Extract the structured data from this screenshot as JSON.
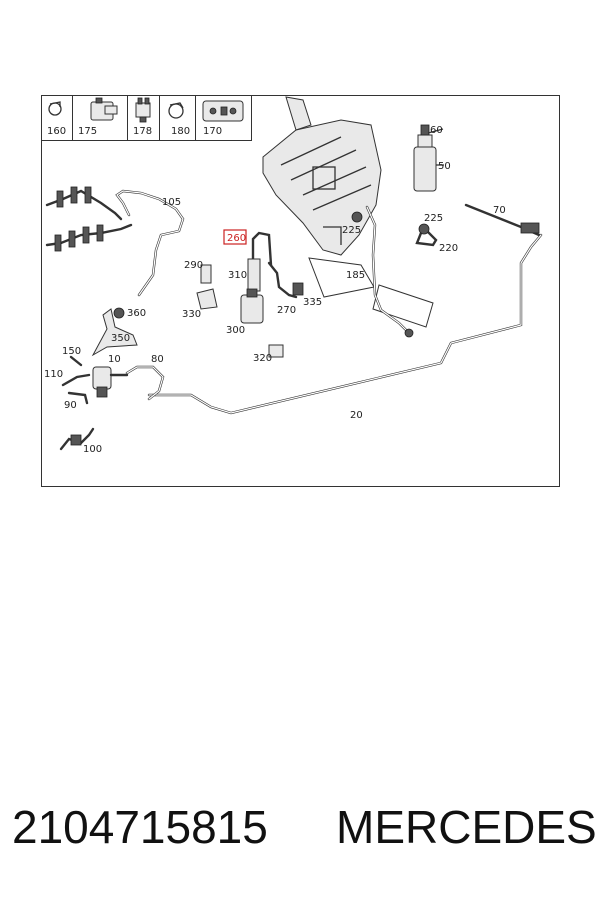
{
  "header_boxes": [
    {
      "label": "160",
      "icon": "clamp-icon"
    },
    {
      "label": "175",
      "icon": "connector-icon"
    },
    {
      "label": "178",
      "icon": "connector-icon"
    },
    {
      "label": "180",
      "icon": "clamp-icon"
    },
    {
      "label": "170",
      "icon": "bracket-icon"
    }
  ],
  "callouts": {
    "c60": "60",
    "c50": "50",
    "c105": "105",
    "c70": "70",
    "c225a": "225",
    "c225b": "225",
    "c220": "220",
    "c260": "260",
    "c290": "290",
    "c310": "310",
    "c185": "185",
    "c335": "335",
    "c270": "270",
    "c360": "360",
    "c330": "330",
    "c300": "300",
    "c350": "350",
    "c150": "150",
    "c10": "10",
    "c80": "80",
    "c320": "320",
    "c110": "110",
    "c90": "90",
    "c20": "20",
    "c100": "100"
  },
  "highlight_color": "#cc2222",
  "footer": {
    "part_number": "2104715815",
    "brand": "MERCEDES"
  }
}
